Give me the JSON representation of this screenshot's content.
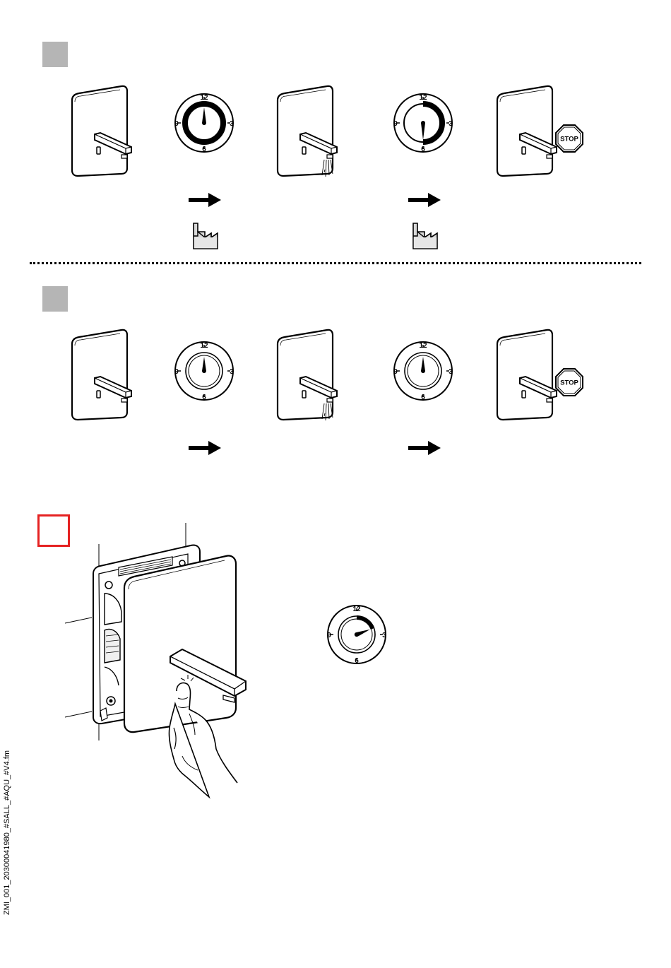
{
  "steps": [
    {
      "id": "step-1",
      "marker": "grey"
    },
    {
      "id": "step-2",
      "marker": "grey"
    },
    {
      "id": "step-3",
      "marker": "red"
    }
  ],
  "clock_labels": {
    "twelve": "12",
    "three": "3",
    "six": "6",
    "nine": "9"
  },
  "stop_sign": {
    "label": "STOP",
    "color": "#000000"
  },
  "marker_colors": {
    "grey": "#b5b5b5",
    "red": "#e52222"
  },
  "icons": [
    "faucet-panel-icon",
    "clock-icon",
    "arrow-right-icon",
    "factory-icon",
    "stop-sign-icon",
    "water-flow-icon",
    "hand-press-icon"
  ],
  "footer": {
    "file_code": "ZMI_001_20300041980_#SALL_#AQU_#V4.fm"
  }
}
